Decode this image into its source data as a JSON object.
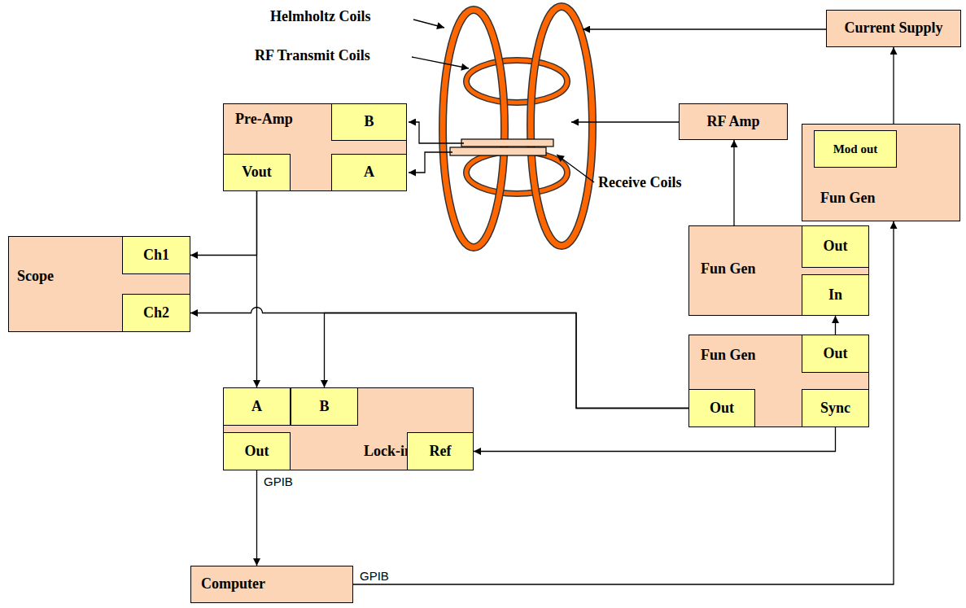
{
  "diagram": {
    "nodes": [
      {
        "text": [
          "Current Supply"
        ]
      },
      {
        "text": [
          "Pre-Amp"
        ]
      },
      {
        "text": [
          "B"
        ],
        "in": 1
      },
      {
        "text": [
          "Vout"
        ],
        "in": 1
      },
      {
        "text": [
          "A"
        ],
        "in": 1
      },
      {
        "text": [
          "RF Amp"
        ]
      },
      {
        "text": [
          "Fun Gen"
        ]
      },
      {
        "text": [
          "Mod out"
        ],
        "in": 6
      },
      {
        "text": [
          "Fun Gen"
        ]
      },
      {
        "text": [
          "Out"
        ],
        "in": 8
      },
      {
        "text": [
          "In"
        ],
        "in": 8
      },
      {
        "text": [
          "Scope"
        ]
      },
      {
        "text": [
          "Ch1"
        ],
        "in": 11
      },
      {
        "text": [
          "Ch2"
        ],
        "in": 11
      },
      {
        "text": [
          "Fun Gen"
        ]
      },
      {
        "text": [
          "Out"
        ],
        "in": 14
      },
      {
        "text": [
          "Out"
        ],
        "in": 14
      },
      {
        "text": [
          "Sync"
        ],
        "in": 14
      },
      {
        "text": [
          "Lock-in"
        ]
      },
      {
        "text": [
          "A"
        ],
        "in": 18
      },
      {
        "text": [
          "B"
        ],
        "in": 18
      },
      {
        "text": [
          "Out"
        ],
        "in": 18
      },
      {
        "text": [
          "Ref"
        ],
        "in": 18
      },
      {
        "text": [
          "Computer"
        ]
      }
    ],
    "edges": [
      {
        "from": 6,
        "to": 0,
        "arrow": "to"
      },
      {
        "from": 8,
        "to": 5,
        "arrow": "to"
      },
      {
        "from": 15,
        "to": 10,
        "arrow": "to"
      },
      {
        "from": 3,
        "to": 12,
        "arrow": "to"
      },
      {
        "from": 3,
        "to": 19,
        "arrow": "to"
      },
      {
        "from": 16,
        "to": 13,
        "arrow": "to"
      },
      {
        "from": 16,
        "to": 20,
        "arrow": "to"
      },
      {
        "from": 17,
        "to": 22,
        "arrow": "to"
      },
      {
        "from": 21,
        "to": 23,
        "label": "GPIB",
        "arrow": "to"
      },
      {
        "from": 23,
        "to": 6,
        "label": "GPIB",
        "arrow": "to"
      }
    ],
    "labels": [
      "Helmholtz Coils",
      "RF Transmit Coils",
      "Receive Coils"
    ]
  }
}
